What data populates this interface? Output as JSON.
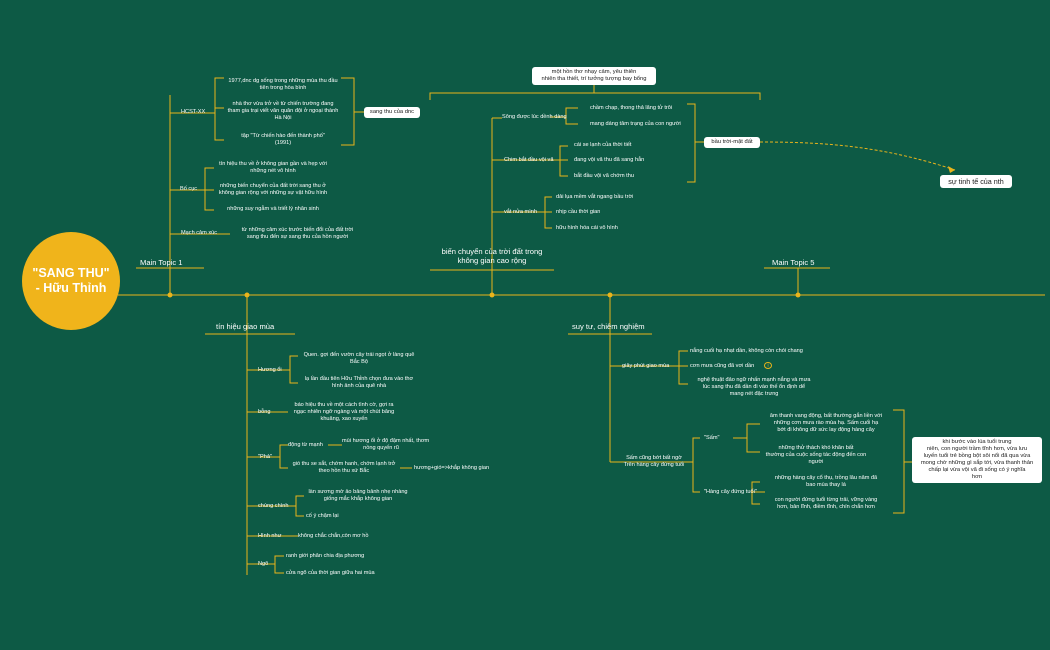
{
  "center": {
    "line1": "\"SANG THU\"",
    "line2": "- Hữu Thỉnh"
  },
  "main_topics": {
    "t1": "Main Topic 1",
    "t2": "biến chuyển của trời đất trong\nkhông gian cao rộng",
    "t5": "Main Topic 5",
    "bot1": "tín hiệu giao mùa",
    "bot2": "suy tư, chiêm nghiệm"
  },
  "topic1": {
    "hcst": "HCST-XX",
    "hcst_items": [
      "1977,dnc dg sống trong những mùa thu đầu\ntiên trong hòa bình",
      "nhà thơ vừa trở về từ chiến trường đang\ntham gia trại viết văn quân đội ở ngoại thành\nHà Nội",
      "tập \"Từ chiến hào đến thành phố\"\n(1991)"
    ],
    "hcst_box": "sang thu của dnc",
    "bocuc": "Bố cục",
    "bocuc_items": [
      "tín hiệu thu về ở không gian gần và hẹp với\nnhững nét vô hình",
      "những biến chuyển của đất trời sang thu ở\nkhông gian rộng với những sự vật hữu hình",
      "những suy ngẫm và triết lý nhân sinh"
    ],
    "mach": "Mạch cảm xúc",
    "mach_item": "từ những cảm xúc trước biến đổi của đất trời\nsang thu đến sự sang thu của hồn người"
  },
  "topic2": {
    "top_box": "một hồn thơ nhạy cảm, yêu thiên\nnhiên tha thiết, trí tưởng tượng bay bổng",
    "song": "Sông được lúc dềnh dàng",
    "song_items": [
      "chầm chạp, thong thả lãng tử trôi",
      "mang dáng tâm trạng của con người"
    ],
    "chim": "Chim bắt đầu vội vã",
    "chim_items": [
      "cái se lạnh của thời tiết",
      "đang vội vã thu đã sang hẳn",
      "bắt đầu vội vã chớm thu"
    ],
    "may": "vắt nửa mình",
    "may_items": [
      "dải lụa mềm vắt ngang bầu trời",
      "nhịp cầu thời gian",
      "hữu hình hóa cái vô hình"
    ],
    "right_box": "bầu trời-mặt đất",
    "far_box": "sự tinh tế của nth"
  },
  "bottom1": {
    "huongoi": "Hương ổi",
    "huongoi_items": [
      "Quen. gợi đến vườn cây trái ngọt ở làng quê\nBắc Bộ",
      "lạ lần đầu tiên Hữu Thỉnh chọn đưa vào thơ\nhình ảnh của quê nhà"
    ],
    "bong": "bỗng",
    "bong_item": "báo hiệu thu về một cách tình cờ, gợi ra\nngạc nhiên ngỡ ngàng và một chút bâng\nkhuâng, xao xuyến",
    "pha": "\"Phả\"",
    "pha_a": "động từ mạnh",
    "pha_a_item": "mùi hương ổi ở độ đậm nhất, thơm\nnồng quyến rũ",
    "pha_b": "gió thu se sắt, chớm hanh, chớm lạnh trở\ntheo hồn thu xứ Bắc",
    "pha_b_item": "hương+gió=>khắp không gian",
    "chungchinh": "chùng chình",
    "chungchinh_items": [
      "làn sương mờ ảo bảng bảnh nhẹ nhàng\ngiống mắc khắp không gian",
      "cố ý chậm lại"
    ],
    "hinhnhu": "Hình như",
    "hinhnhu_item": "không chắc chắn,còn mơ hồ",
    "ngo": "Ngõ",
    "ngo_items": [
      "ranh giới phân chia địa phương",
      "cửa ngõ của thời gian giữa hai mùa"
    ]
  },
  "bottom2": {
    "giay": "giây phút giao mùa",
    "giay_items": [
      "nắng cuối hạ nhạt dần, không còn chói chang",
      "cơn mưa cũng đã vơi dần",
      "nghệ thuật đảo ngữ nhấn mạnh nắng và mưa\nlúc sang thu đã dần đi vào thế ổn định dể\nmang nét đặc trưng"
    ],
    "sam": "Sấm cũng bớt bất ngờ\nTrên hàng cây đứng tuổi",
    "sam1": "\"Sấm\"",
    "sam1_items": [
      "âm thanh vang động, bất thường gắn liền với\nnhững cơn mưa rào mùa hạ. Sấm cuối hạ\nbớt đi không dữ sức lay động hàng cây",
      "những thử thách khó khăn bất\nthường của cuộc sống tác động đến con\nngười"
    ],
    "sam2": "\"Hàng cây đứng tuổi\"",
    "sam2_items": [
      "những hàng cây cổ thụ, trồng lâu năm đã\nbao mùa thay lá",
      "con người đứng tuổi từng trải, vững vàng\nhơn, bản lĩnh, điềm tĩnh, chín chắn hơn"
    ],
    "right_box": "khi bước vào lúa tuổi trung\nniên, con người trầm tĩnh hơn, vừa lưu\nluyến tuổi trẻ bồng bột sôi nổi đã qua vừa\nmong chờ những gì sắp tới, vừa thanh thản\nchấp lại vừa vội vã đi sống có ý nghĩa\nhơn"
  },
  "colors": {
    "background": "#0d5a45",
    "line": "#e9b41b",
    "center": "#f0b41b",
    "text": "#ffffff",
    "box": "#ffffff"
  },
  "icons": {
    "note": "info-icon"
  }
}
